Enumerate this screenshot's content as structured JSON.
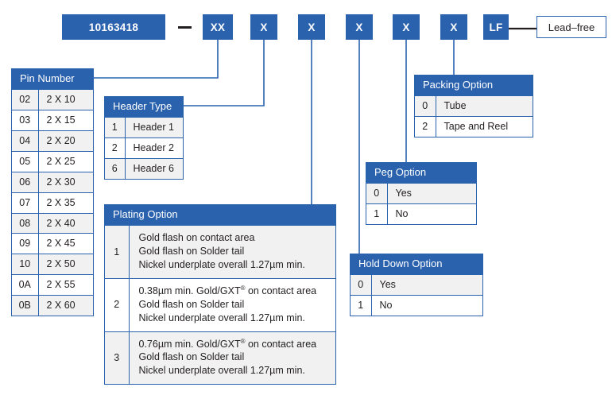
{
  "part_string": {
    "base": "10163418",
    "separator": "–",
    "segments": [
      "XX",
      "X",
      "X",
      "X",
      "X",
      "X"
    ],
    "suffix_code": "LF",
    "suffix_label": "Lead–free"
  },
  "tables": {
    "pin_number": {
      "title": "Pin Number",
      "rows": [
        {
          "code": "02",
          "desc": "2 X 10"
        },
        {
          "code": "03",
          "desc": "2 X 15"
        },
        {
          "code": "04",
          "desc": "2 X 20"
        },
        {
          "code": "05",
          "desc": "2 X 25"
        },
        {
          "code": "06",
          "desc": "2 X 30"
        },
        {
          "code": "07",
          "desc": "2 X 35"
        },
        {
          "code": "08",
          "desc": "2 X 40"
        },
        {
          "code": "09",
          "desc": "2 X 45"
        },
        {
          "code": "10",
          "desc": "2 X 50"
        },
        {
          "code": "0A",
          "desc": "2 X 55"
        },
        {
          "code": "0B",
          "desc": "2 X 60"
        }
      ]
    },
    "header_type": {
      "title": "Header Type",
      "rows": [
        {
          "code": "1",
          "desc": "Header 1"
        },
        {
          "code": "2",
          "desc": "Header 2"
        },
        {
          "code": "6",
          "desc": "Header 6"
        }
      ]
    },
    "plating_option": {
      "title": "Plating Option",
      "rows": [
        {
          "code": "1",
          "lines": [
            "Gold flash on contact area",
            "Gold flash on Solder tail",
            "Nickel underplate overall 1.27µm min."
          ]
        },
        {
          "code": "2",
          "lines": [
            "0.38µm min. Gold/GXT® on contact area",
            "Gold flash on Solder tail",
            "Nickel underplate overall 1.27µm min."
          ]
        },
        {
          "code": "3",
          "lines": [
            "0.76µm min. Gold/GXT® on contact area",
            "Gold flash on Solder tail",
            "Nickel underplate overall 1.27µm min."
          ]
        }
      ]
    },
    "hold_down_option": {
      "title": "Hold Down Option",
      "rows": [
        {
          "code": "0",
          "desc": "Yes"
        },
        {
          "code": "1",
          "desc": "No"
        }
      ]
    },
    "peg_option": {
      "title": "Peg Option",
      "rows": [
        {
          "code": "0",
          "desc": "Yes"
        },
        {
          "code": "1",
          "desc": "No"
        }
      ]
    },
    "packing_option": {
      "title": "Packing Option",
      "rows": [
        {
          "code": "0",
          "desc": "Tube"
        },
        {
          "code": "2",
          "desc": "Tape and Reel"
        }
      ]
    }
  },
  "colors": {
    "brand_blue": "#2A62AE",
    "row_shade": "#F1F1F1",
    "text_dark": "#231F20"
  }
}
